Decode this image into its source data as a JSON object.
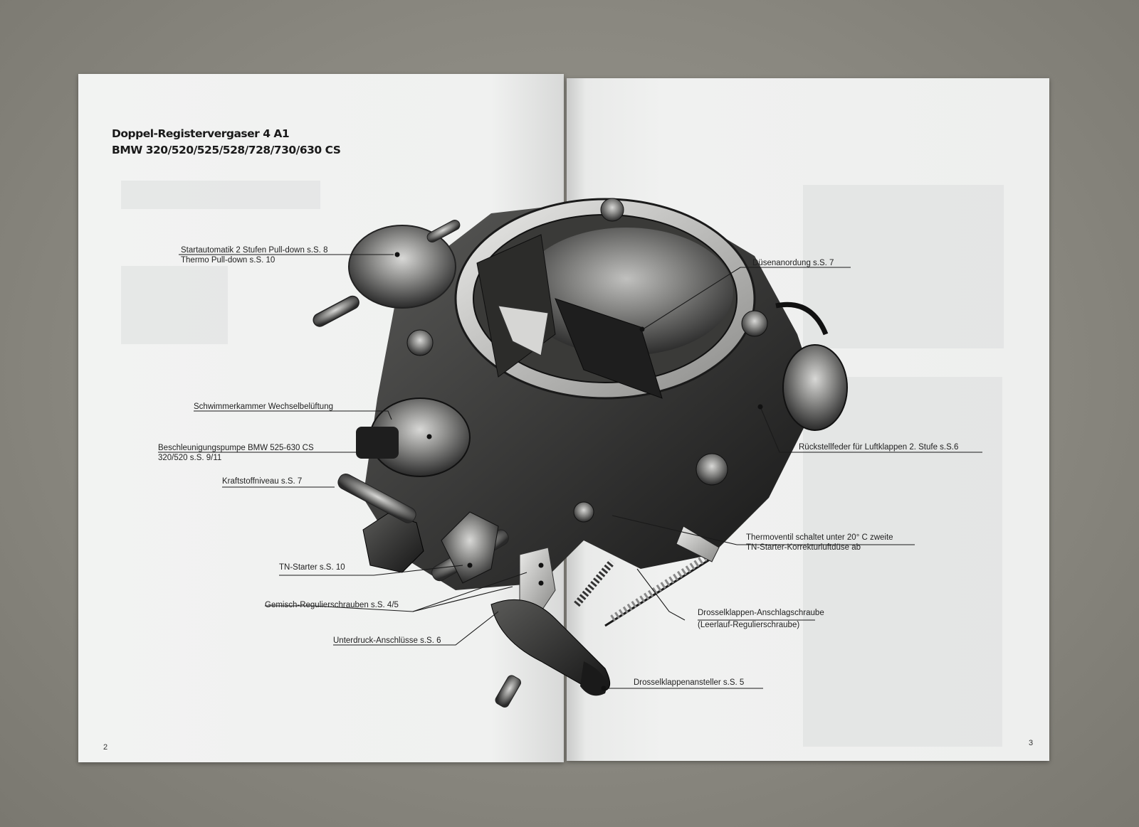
{
  "title": {
    "line1": "Doppel-Registervergaser 4 A1",
    "line2": "BMW 320/520/525/528/728/730/630 CS"
  },
  "labels": [
    {
      "id": "startautomatik",
      "text": "Startautomatik 2 Stufen Pull-down s.S. 8",
      "sub": "Thermo Pull-down s.S. 10"
    },
    {
      "id": "duesenanordung",
      "text": "Düsenanordung s.S. 7"
    },
    {
      "id": "schwimmerkammer",
      "text": "Schwimmerkammer Wechselbelüftung"
    },
    {
      "id": "beschleunigungspumpe",
      "text": "Beschleunigungspumpe BMW 525-630 CS",
      "sub": "320/520 s.S. 9/11"
    },
    {
      "id": "rueckstellfeder",
      "text": "Rückstellfeder für Luftklappen 2. Stufe s.S.6"
    },
    {
      "id": "kraftstoffniveau",
      "text": "Kraftstoffniveau s.S. 7"
    },
    {
      "id": "thermoventil",
      "text": "Thermoventil schaltet unter 20° C zweite",
      "sub": "TN-Starter-Korrekturluftdüse ab"
    },
    {
      "id": "tn_starter",
      "text": "TN-Starter s.S. 10"
    },
    {
      "id": "gemisch",
      "text": "Gemisch-Regulierschrauben s.S. 4/5"
    },
    {
      "id": "drosselklappen_anschlag",
      "text": "Drosselklappen-Anschlagschraube",
      "sub": "(Leerlauf-Regulierschraube)"
    },
    {
      "id": "unterdruck",
      "text": "Unterdruck-Anschlüsse s.S. 6"
    },
    {
      "id": "drosselklappenansteller",
      "text": "Drosselklappenansteller s.S. 5"
    }
  ],
  "page_numbers": {
    "left": "2",
    "right": "3"
  }
}
